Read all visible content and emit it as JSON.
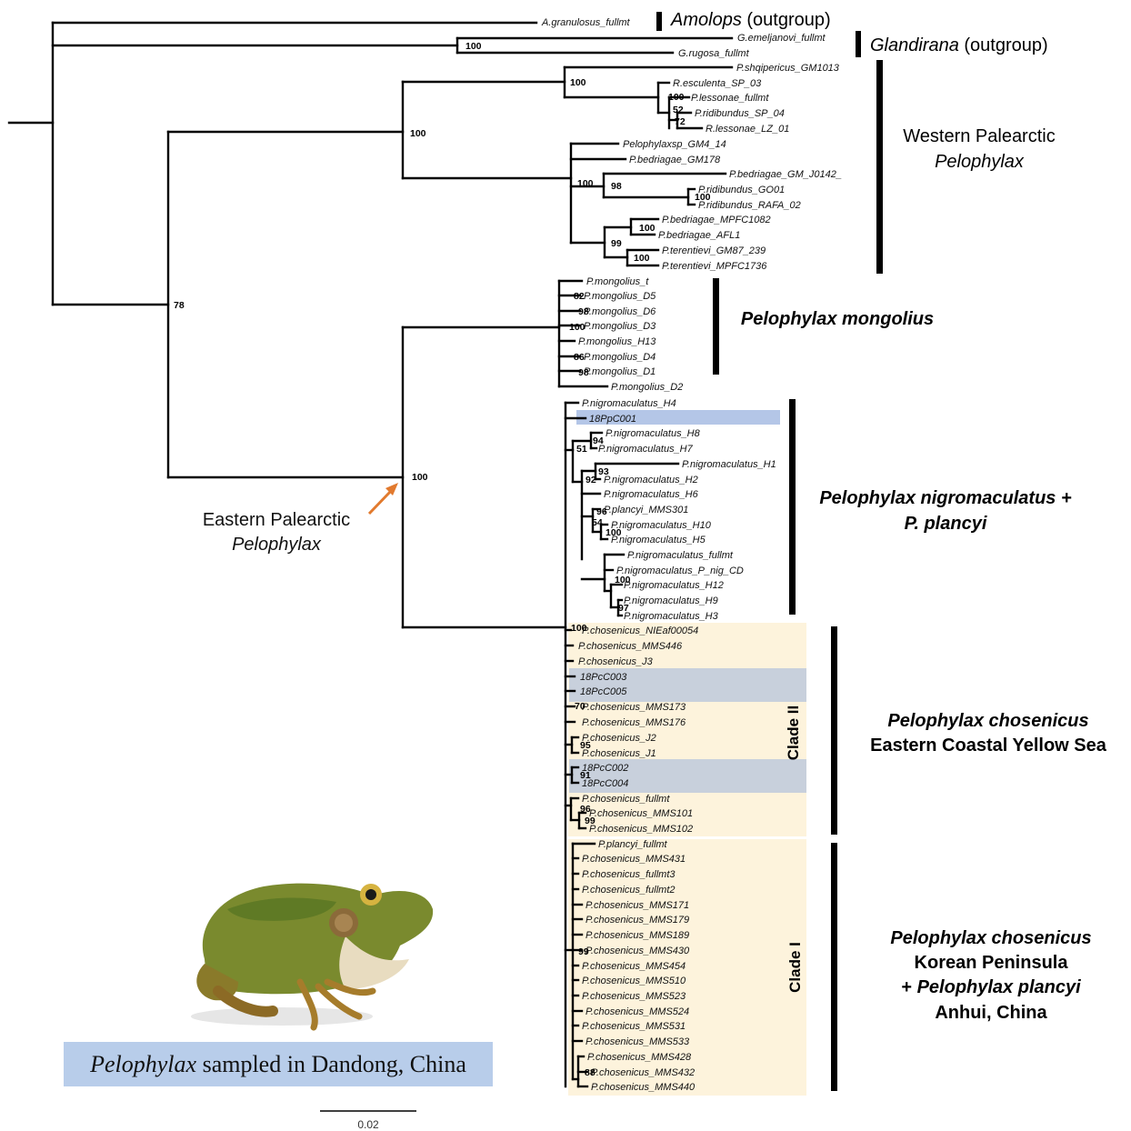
{
  "colors": {
    "caption_bg": "#b8cdea",
    "highlight_blue": "#b4c6e7",
    "highlight_grey": "#c8d0dc",
    "clade_bg": "#fdf3dc",
    "arrow": "#e27a2e"
  },
  "taxa": {
    "agranulosus": "A.granulosus_fullmt",
    "gemeljanovi": "G.emeljanovi_fullmt",
    "grugosa": "G.rugosa_fullmt",
    "pshqipericus": "P.shqipericus_GM1013",
    "resculenta": "R.esculenta_SP_03",
    "plessonae": "P.lessonae_fullmt",
    "pridibundus_sp04": "P.ridibundus_SP_04",
    "rlessonae": "R.lessonae_LZ_01",
    "pelophylaxsp": "Pelophylaxsp_GM4_14",
    "pbedriagae_gm178": "P.bedriagae_GM178",
    "pbedriagae_gmj": "P.bedriagae_GM_J0142_",
    "pridibundus_go01": "P.ridibundus_GO01",
    "pridibundus_rafa": "P.ridibundus_RAFA_02",
    "pbedriagae_mpfc": "P.bedriagae_MPFC1082",
    "pbedriagae_afl1": "P.bedriagae_AFL1",
    "pterentievi_gm87": "P.terentievi_GM87_239",
    "pterentievi_mpfc": "P.terentievi_MPFC1736",
    "mong_t": "P.mongolius_t",
    "mong_d5": "P.mongolius_D5",
    "mong_d6": "P.mongolius_D6",
    "mong_d3": "P.mongolius_D3",
    "mong_h13": "P.mongolius_H13",
    "mong_d4": "P.mongolius_D4",
    "mong_d1": "P.mongolius_D1",
    "mong_d2": "P.mongolius_D2",
    "nig_h4": "P.nigromaculatus_H4",
    "s18ppc001": "18PpC001",
    "nig_h8": "P.nigromaculatus_H8",
    "nig_h7": "P.nigromaculatus_H7",
    "nig_h1": "P.nigromaculatus_H1",
    "nig_h2": "P.nigromaculatus_H2",
    "nig_h6": "P.nigromaculatus_H6",
    "plancyi_mms301": "P.plancyi_MMS301",
    "nig_h10": "P.nigromaculatus_H10",
    "nig_h5": "P.nigromaculatus_H5",
    "nig_fullmt": "P.nigromaculatus_fullmt",
    "nig_pnigcd": "P.nigromaculatus_P_nig_CD",
    "nig_h12": "P.nigromaculatus_H12",
    "nig_h9": "P.nigromaculatus_H9",
    "nig_h3": "P.nigromaculatus_H3",
    "cho_nie": "P.chosenicus_NIEaf00054",
    "cho_mms446": "P.chosenicus_MMS446",
    "cho_j3": "P.chosenicus_J3",
    "s18pcc003": "18PcC003",
    "s18pcc005": "18PcC005",
    "cho_mms173": "P.chosenicus_MMS173",
    "cho_mms176": "P.chosenicus_MMS176",
    "cho_j2": "P.chosenicus_J2",
    "cho_j1": "P.chosenicus_J1",
    "s18pcc002": "18PcC002",
    "s18pcc004": "18PcC004",
    "cho_fullmt": "P.chosenicus_fullmt",
    "cho_mms101": "P.chosenicus_MMS101",
    "cho_mms102": "P.chosenicus_MMS102",
    "plancyi_fullmt": "P.plancyi_fullmt",
    "cho_mms431": "P.chosenicus_MMS431",
    "cho_fullmt3": "P.chosenicus_fullmt3",
    "cho_fullmt2": "P.chosenicus_fullmt2",
    "cho_mms171": "P.chosenicus_MMS171",
    "cho_mms179": "P.chosenicus_MMS179",
    "cho_mms189": "P.chosenicus_MMS189",
    "cho_mms430": "P.chosenicus_MMS430",
    "cho_mms454": "P.chosenicus_MMS454",
    "cho_mms510": "P.chosenicus_MMS510",
    "cho_mms523": "P.chosenicus_MMS523",
    "cho_mms524": "P.chosenicus_MMS524",
    "cho_mms531": "P.chosenicus_MMS531",
    "cho_mms533": "P.chosenicus_MMS533",
    "cho_mms428": "P.chosenicus_MMS428",
    "cho_mms432": "P.chosenicus_MMS432",
    "cho_mms440": "P.chosenicus_MMS440"
  },
  "bootstrap": {
    "glandirana": "100",
    "western_root": "100",
    "west_top": "100",
    "rana_100": "100",
    "rana_52": "52",
    "rana_72": "72",
    "west_bottom": "100",
    "west_98": "98",
    "west_100b": "100",
    "west_100c": "100",
    "west_99": "99",
    "west_100d": "100",
    "root_78": "78",
    "east_100": "100",
    "mong_82": "82",
    "mong_98a": "98",
    "mong_100": "100",
    "mong_86": "86",
    "mong_98b": "98",
    "nig_94": "94",
    "nig_51": "51",
    "nig_93": "93",
    "nig_92": "92",
    "nig_96": "96",
    "nig_54": "54",
    "nig_100a": "100",
    "nig_100b": "100",
    "nig_97": "97",
    "cho_100": "100",
    "cho_70": "70",
    "cho_95": "95",
    "cho_91": "91",
    "cho_96": "96",
    "cho_99": "99",
    "clade1_99": "99",
    "clade1_88": "88"
  },
  "groups": {
    "amolops_genus": "Amolops",
    "amolops_suffix": " (outgroup)",
    "glandirana_genus": "Glandirana",
    "glandirana_suffix": " (outgroup)",
    "western_line1": "Western Palearctic",
    "western_line2": "Pelophylax",
    "mongolius": "Pelophylax mongolius",
    "nigro_line1": "Pelophylax nigromaculatus +",
    "nigro_line2": "P. plancyi",
    "cho2_line1": "Pelophylax chosenicus",
    "cho2_line2": "Eastern Coastal Yellow Sea",
    "cho1_line1": "Pelophylax chosenicus",
    "cho1_line2": "Korean Peninsula",
    "cho1_line3_prefix": "+ ",
    "cho1_line3_name": "Pelophylax plancyi",
    "cho1_line4": "Anhui, China"
  },
  "clades": {
    "clade2": "Clade II",
    "clade1": "Clade I"
  },
  "eastern": {
    "line1": "Eastern Palearctic",
    "line2": "Pelophylax"
  },
  "caption": {
    "genus": "Pelophylax",
    "rest": " sampled in Dandong, China"
  },
  "scale": {
    "label": "0.02"
  }
}
